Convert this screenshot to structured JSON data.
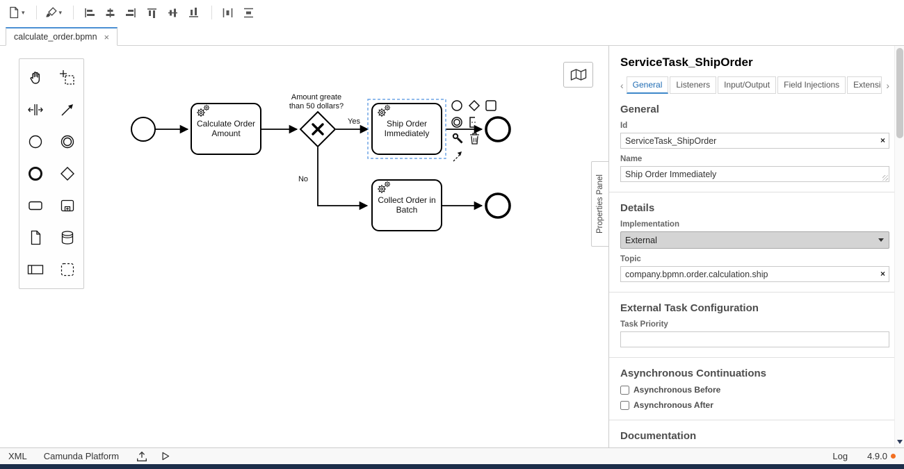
{
  "colors": {
    "accent_blue": "#3d87c9",
    "selection_blue": "#4d90e0",
    "update_dot_orange": "#f26f21",
    "footer_strip_navy": "#1c2e4a"
  },
  "icons": {
    "close": "×",
    "clear": "×",
    "chevron_left": "‹",
    "chevron_right": "›",
    "caret_down": "▾"
  },
  "tabbar": {
    "tab_label": "calculate_order.bpmn"
  },
  "diagram": {
    "task_calculate": {
      "line1": "Calculate Order",
      "line2": "Amount"
    },
    "gateway_label": {
      "line1": "Amount greate",
      "line2": "than 50 dollars?"
    },
    "flow_yes": "Yes",
    "flow_no": "No",
    "task_ship": {
      "line1": "Ship Order",
      "line2": "Immediately"
    },
    "task_collect": {
      "line1": "Collect Order in",
      "line2": "Batch"
    }
  },
  "properties": {
    "title": "ServiceTask_ShipOrder",
    "toggle_label": "Properties Panel",
    "tabs": [
      {
        "label": "General"
      },
      {
        "label": "Listeners"
      },
      {
        "label": "Input/Output"
      },
      {
        "label": "Field Injections"
      },
      {
        "label": "Extensio"
      }
    ],
    "general": {
      "heading": "General",
      "id_label": "Id",
      "id_value": "ServiceTask_ShipOrder",
      "name_label": "Name",
      "name_value": "Ship Order Immediately"
    },
    "details": {
      "heading": "Details",
      "implementation_label": "Implementation",
      "implementation_value": "External",
      "topic_label": "Topic",
      "topic_value": "company.bpmn.order.calculation.ship"
    },
    "external_task": {
      "heading": "External Task Configuration",
      "priority_label": "Task Priority",
      "priority_value": ""
    },
    "async": {
      "heading": "Asynchronous Continuations",
      "before_label": "Asynchronous Before",
      "after_label": "Asynchronous After"
    },
    "documentation": {
      "heading": "Documentation"
    }
  },
  "statusbar": {
    "xml": "XML",
    "platform": "Camunda Platform",
    "log": "Log",
    "version": "4.9.0"
  }
}
